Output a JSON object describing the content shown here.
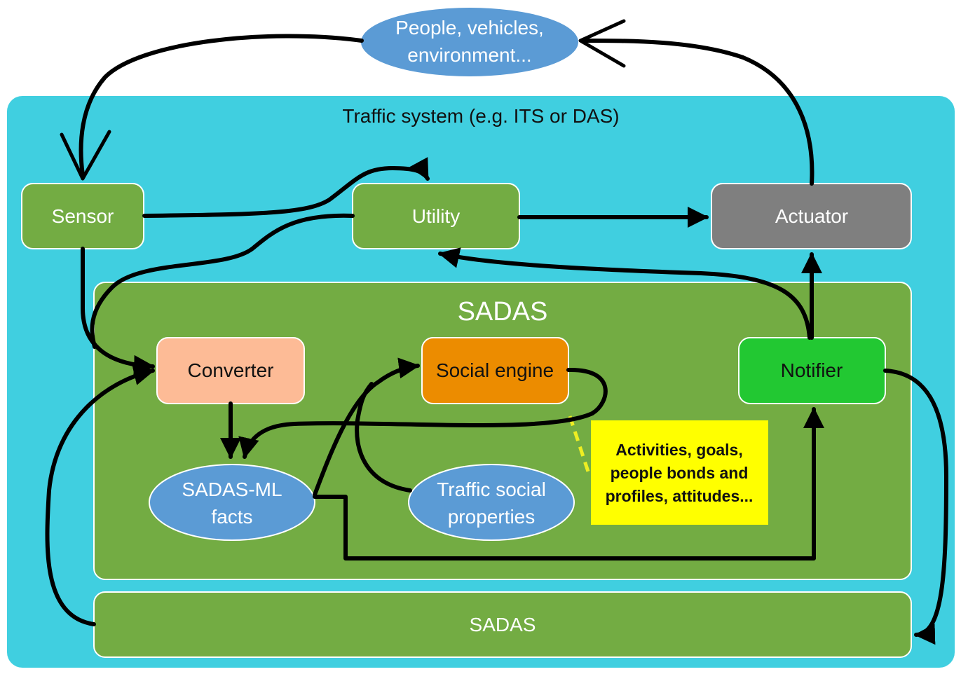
{
  "environment": {
    "line1": "People, vehicles,",
    "line2": "environment..."
  },
  "traffic_system": {
    "title": "Traffic system (e.g. ITS or DAS)"
  },
  "nodes": {
    "sensor": "Sensor",
    "utility": "Utility",
    "actuator": "Actuator",
    "converter": "Converter",
    "social_engine": "Social engine",
    "notifier": "Notifier",
    "sadas_ml": {
      "line1": "SADAS-ML",
      "line2": "facts"
    },
    "traffic_social": {
      "line1": "Traffic social",
      "line2": "properties"
    }
  },
  "sadas_inner": {
    "title": "SADAS"
  },
  "sadas_bottom": {
    "title": "SADAS"
  },
  "note": {
    "line1": "Activities, goals,",
    "line2": "people bonds and",
    "line3": "profiles, attitudes..."
  },
  "colors": {
    "system_bg": "#40CFE0",
    "green": "#73AC43",
    "bright_green": "#22C832",
    "grey": "#7F7F7F",
    "salmon": "#FDBB96",
    "orange": "#EC8C00",
    "blue": "#5B9BD5",
    "note_yellow": "#FFFF00",
    "dash_yellow": "#EEEE22"
  }
}
